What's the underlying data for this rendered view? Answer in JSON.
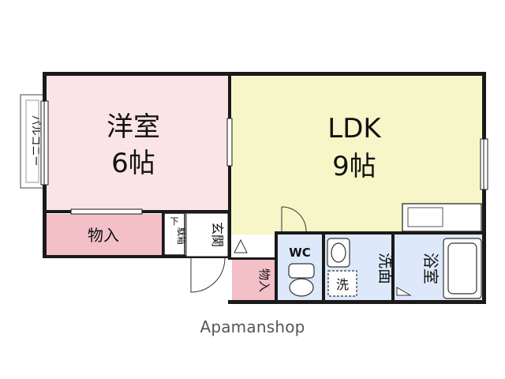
{
  "colors": {
    "wall": "#1a1a1a",
    "western_room": "#fbe4e7",
    "ldk": "#f6f6c8",
    "storage": "#f4c0c8",
    "wet_area": "#dde9fb",
    "neutral": "#ffffff"
  },
  "rooms": {
    "western_room": {
      "name": "洋室",
      "size": "6帖"
    },
    "ldk": {
      "name": "LDK",
      "size": "9帖"
    },
    "storage_left": {
      "label": "物入"
    },
    "shoe_box": {
      "top": "下",
      "label": "駄箱"
    },
    "entrance": {
      "label": "玄関"
    },
    "storage_small": {
      "label": "物入"
    },
    "wc": {
      "label": "WC"
    },
    "washroom": {
      "label": "洗面"
    },
    "washer": {
      "label": "洗"
    },
    "bath": {
      "label": "浴室"
    },
    "balcony": {
      "label": "バルコニー"
    }
  },
  "watermark": "Apamanshop"
}
